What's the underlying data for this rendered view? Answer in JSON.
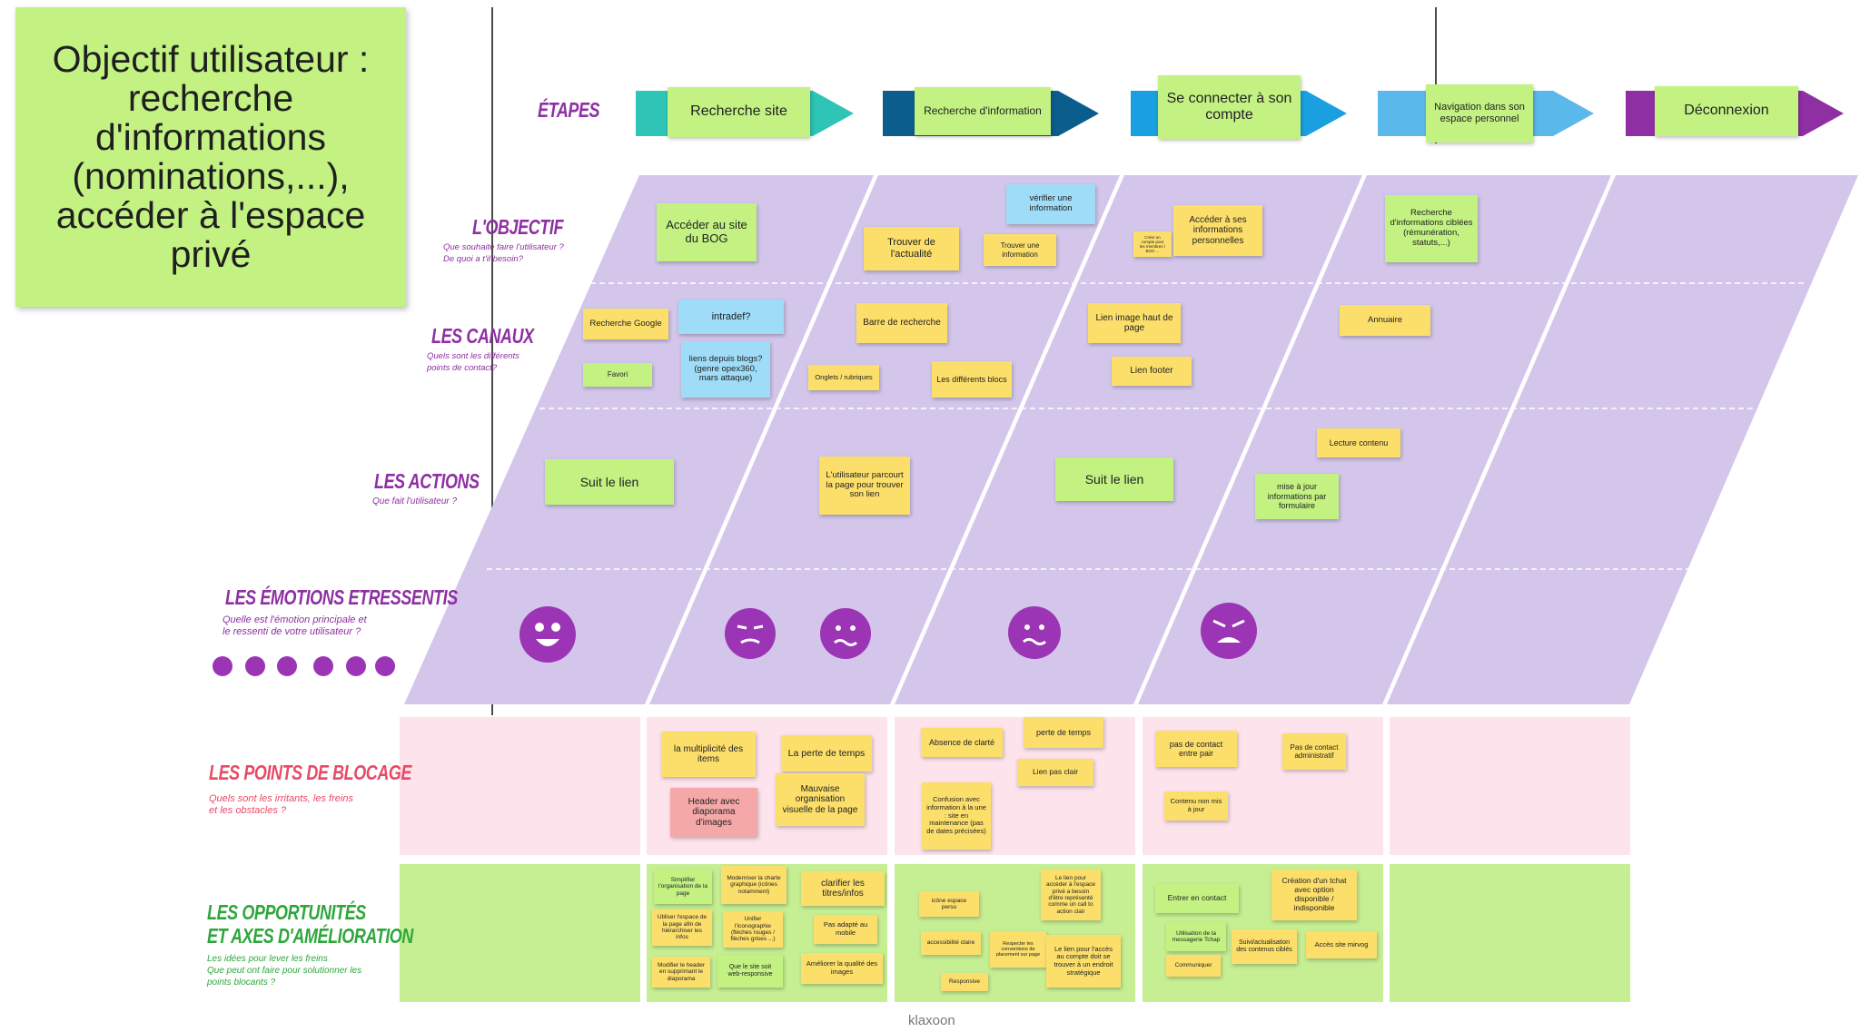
{
  "goal_text": "Objectif utilisateur : recherche d'informations (nominations,...), accéder à l'espace privé",
  "etapes_heading": "ÉTAPES",
  "steps": [
    {
      "label": "Recherche site",
      "color": "#2ec4b6"
    },
    {
      "label": "Recherche d'information",
      "color": "#0b5e8c"
    },
    {
      "label": "Se connecter à son compte",
      "color": "#1aa0e0"
    },
    {
      "label": "Navigation dans son espace personnel",
      "color": "#5bb8ea"
    },
    {
      "label": "Déconnexion",
      "color": "#8e2fa3"
    }
  ],
  "rows": {
    "objectif": {
      "title": "L'OBJECTIF",
      "sub": "Que souhaite faire l'utilisateur ?\nDe quoi a t'il besoin?"
    },
    "canaux": {
      "title": "LES CANAUX",
      "sub": "Quels sont les différents\npoints de contact?"
    },
    "actions": {
      "title": "LES ACTIONS",
      "sub": "Que fait l'utilisateur ?"
    },
    "emotions": {
      "title": "LES ÉMOTIONS ETRESSENTIS",
      "sub": "Quelle est l'émotion principale et\nle ressenti de votre utilisateur ?"
    },
    "blocage": {
      "title": "LES POINTS DE BLOCAGE",
      "sub": "Quels sont les irritants, les freins\net les obstacles ?"
    },
    "opportunites": {
      "title": "LES OPPORTUNITÉS",
      "title2": "ET AXES D'AMÉLIORATION",
      "sub": "Les idées pour lever les freins\nQue peut ont faire pour solutionner les\npoints blocants ?"
    }
  },
  "notes": {
    "obj1": "Accéder au site du BOG",
    "obj2a": "Trouver de l'actualité",
    "obj2b": "vérifier une information",
    "obj2c": "Trouver une information",
    "obj3a": "Créer un compte pour les membres / BOG ...",
    "obj3b": "Accéder à ses informations personnelles",
    "obj4": "Recherche d'informations ciblées (rémunération, statuts,...)",
    "can1a": "Recherche Google",
    "can1b": "intradef?",
    "can1c": "liens depuis blogs? (genre opex360, mars attaque)",
    "can1d": "Favori",
    "can2a": "Barre de recherche",
    "can2b": "Onglets / rubriques",
    "can2c": "Les différents blocs",
    "can3a": "Lien image haut de page",
    "can3b": "Lien footer",
    "can4": "Annuaire",
    "act1": "Suit le lien",
    "act2": "L'utilisateur parcourt la page pour trouver son lien",
    "act3": "Suit le lien",
    "act4a": "Lecture contenu",
    "act4b": "mise à jour informations par formulaire",
    "blo2a": "la multiplicité des items",
    "blo2b": "La perte de temps",
    "blo2c": "Header avec diaporama d'images",
    "blo2d": "Mauvaise organisation visuelle de la page",
    "blo3a": "Absence de clarté",
    "blo3b": "perte de temps",
    "blo3c": "Lien pas clair",
    "blo3d": "Confusion avec information à la une : site en maintenance (pas de dates précisées)",
    "blo4a": "pas de contact entre pair",
    "blo4b": "Pas de contact administratif",
    "blo4c": "Contenu non mis à jour",
    "opp2a": "Simplifier l'organisation de la page",
    "opp2b": "Moderniser la charte graphique (icônes notamment)",
    "opp2c": "clarifier les titres/infos",
    "opp2d": "Utiliser l'espace de la page afin de hiérarchiser les infos",
    "opp2e": "Unifier l'iconographie (flèches rouges / flèches grises ...)",
    "opp2f": "Pas adapté au mobile",
    "opp2g": "Modifier le header en supprimant le diaporama",
    "opp2h": "Que le site soit web-responsive",
    "opp2i": "Améliorer la qualité des images",
    "opp3a": "icône espace perso",
    "opp3b": "Le lien pour accéder à l'espace privé a besoin d'être représenté comme un call to action clair",
    "opp3c": "accessibilité claire",
    "opp3d": "Respecter les conventions de placement sur page",
    "opp3e": "Le lien pour l'accès au compte doit se trouver à un endroit stratégique",
    "opp3f": "Responsive",
    "opp4a": "Entrer en contact",
    "opp4b": "Création d'un tchat avec option disponible / indisponible",
    "opp4c": "Utilisation de la messagerie Tchap",
    "opp4d": "Suivi/actualisation des contenus ciblés",
    "opp4e": "Accès site mirvog",
    "opp4f": "Communiquer"
  },
  "footer": "klaxoon",
  "colors": {
    "lavender": "#d3c6ea",
    "pink_lane": "#fde3ec",
    "green_lane": "#c6ef93",
    "face": "#9b35b5"
  }
}
